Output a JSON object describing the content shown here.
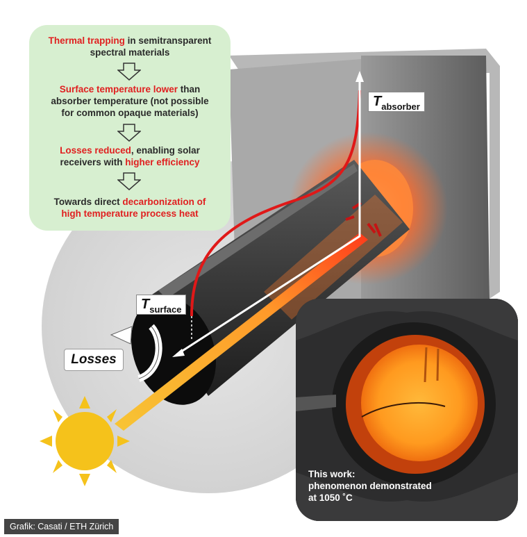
{
  "flow_panel": {
    "step1": {
      "highlight": "Thermal trapping",
      "rest_line1": " in semitransparent",
      "line2": "spectral materials"
    },
    "step2": {
      "highlight": "Surface temperature lower",
      "rest_line1": "  than",
      "line2": "absorber temperature (not possible",
      "line3": "for common opaque materials)"
    },
    "step3": {
      "highlight": "Losses reduced",
      "rest_line1": ", enabling solar",
      "line2_plain": "receivers with ",
      "line2_highlight": "higher efficiency"
    },
    "step4": {
      "line1_plain": "Towards direct ",
      "line1_highlight": "decarbonization of",
      "line2_highlight": "high temperature process heat"
    }
  },
  "labels": {
    "t_absorber": {
      "T": "T",
      "sub": "absorber"
    },
    "t_surface": {
      "T": "T",
      "sub": "surface"
    },
    "losses": "Losses"
  },
  "inset": {
    "line1": "This work:",
    "line2": "phenomenon demonstrated",
    "line3": "at 1050 ˚C"
  },
  "credit": "Grafik: Casati / ETH Zürich",
  "colors": {
    "panel_bg": "#d7efd0",
    "highlight_red": "#e02020",
    "temperature_curve": "#e01818",
    "sun": "#f5c21b",
    "glow": "#ff7a2a"
  }
}
